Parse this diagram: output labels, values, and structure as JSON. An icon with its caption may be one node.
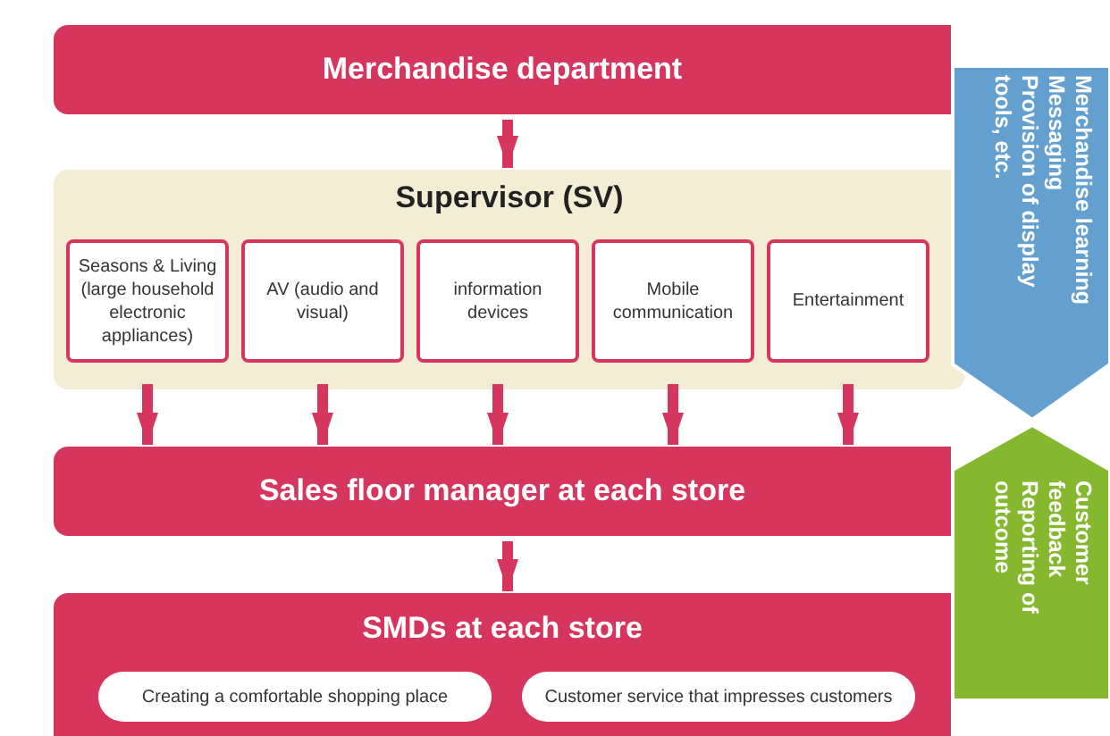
{
  "diagram": {
    "nodes": [
      {
        "text": [
          "Merchandise department"
        ]
      },
      {
        "text": [
          "Supervisor (SV)"
        ]
      },
      {
        "text": [
          "Seasons & Living (large household electronic appliances)"
        ],
        "in": 1
      },
      {
        "text": [
          "AV (audio and visual)"
        ],
        "in": 1
      },
      {
        "text": [
          "information devices"
        ],
        "in": 1
      },
      {
        "text": [
          "Mobile communication"
        ],
        "in": 1
      },
      {
        "text": [
          "Entertainment"
        ],
        "in": 1
      },
      {
        "text": [
          "Sales floor manager at each store"
        ]
      },
      {
        "text": [
          "SMDs at each store"
        ]
      },
      {
        "text": [
          "Creating a comfortable shopping place"
        ],
        "in": 8
      },
      {
        "text": [
          "Customer service that impresses customers"
        ],
        "in": 8
      },
      {
        "text": [
          "Merchandise learning",
          "Messaging",
          "Provision of display tools, etc."
        ]
      },
      {
        "text": [
          "Customer feedback",
          "Reporting of outcome"
        ]
      }
    ],
    "edges": [
      {
        "from": 0,
        "to": 1,
        "arrow": "to"
      },
      {
        "from": 2,
        "to": 7,
        "arrow": "to"
      },
      {
        "from": 3,
        "to": 7,
        "arrow": "to"
      },
      {
        "from": 4,
        "to": 7,
        "arrow": "to"
      },
      {
        "from": 5,
        "to": 7,
        "arrow": "to"
      },
      {
        "from": 6,
        "to": 7,
        "arrow": "to"
      },
      {
        "from": 7,
        "to": 8,
        "arrow": "to"
      }
    ]
  }
}
